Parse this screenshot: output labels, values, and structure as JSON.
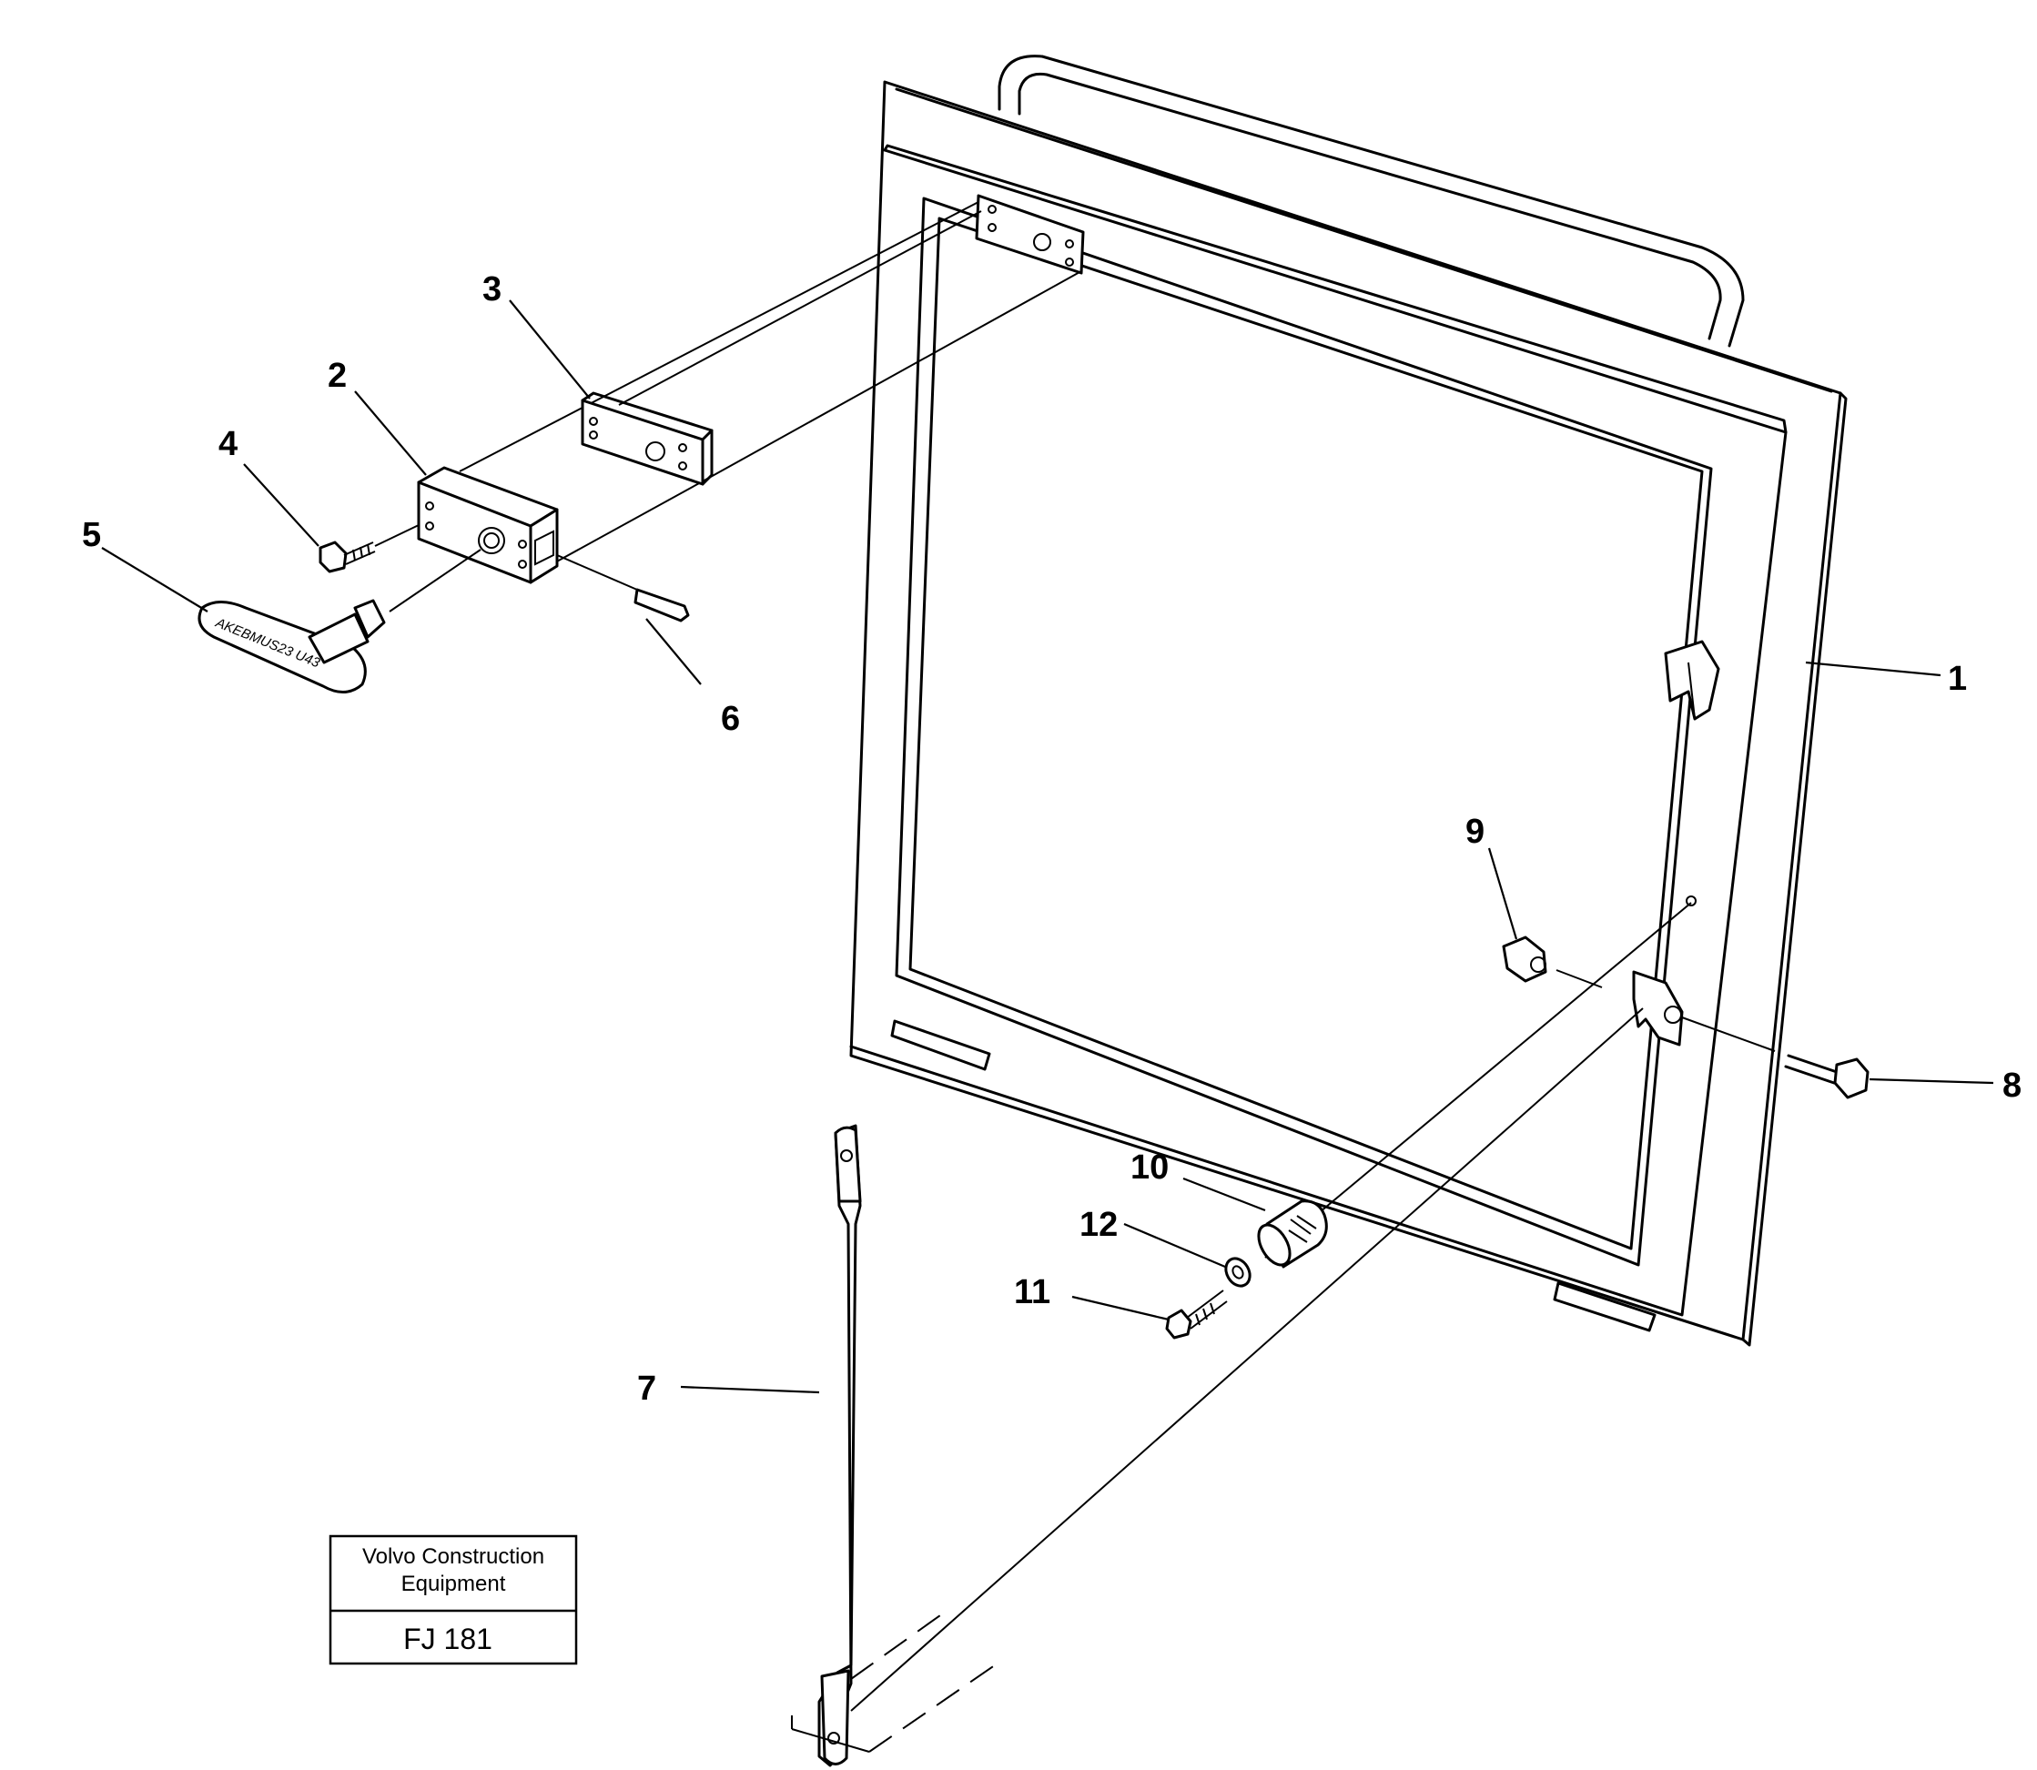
{
  "title_block": {
    "company": "Volvo Construction Equipment",
    "company_line1": "Volvo Construction",
    "company_line2": "Equipment",
    "code": "FJ 181"
  },
  "handle_marking": "AKEBMUS23 U43",
  "part_labels": [
    "1",
    "2",
    "3",
    "4",
    "5",
    "6",
    "7",
    "8",
    "9",
    "10",
    "11",
    "12"
  ]
}
